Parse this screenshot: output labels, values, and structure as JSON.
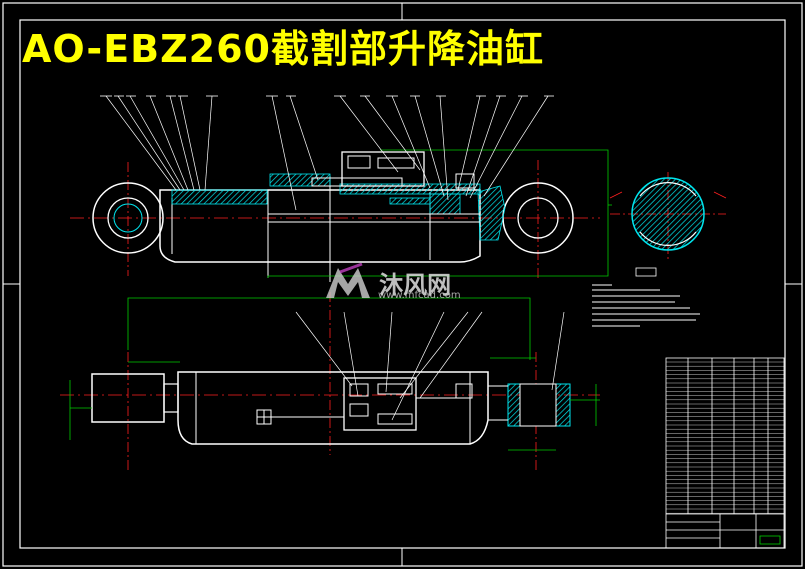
{
  "drawing_title": "AO-EBZ260截割部升降油缸",
  "watermark": {
    "brand_cn": "沐风网",
    "url": "www.mfcad.com"
  },
  "colors": {
    "background": "#000000",
    "outline": "#ffffff",
    "title": "#ffff00",
    "hatch": "#00e5ee",
    "centerline": "#ff2020",
    "dimension": "#00cc00",
    "leader": "#ffffff"
  }
}
